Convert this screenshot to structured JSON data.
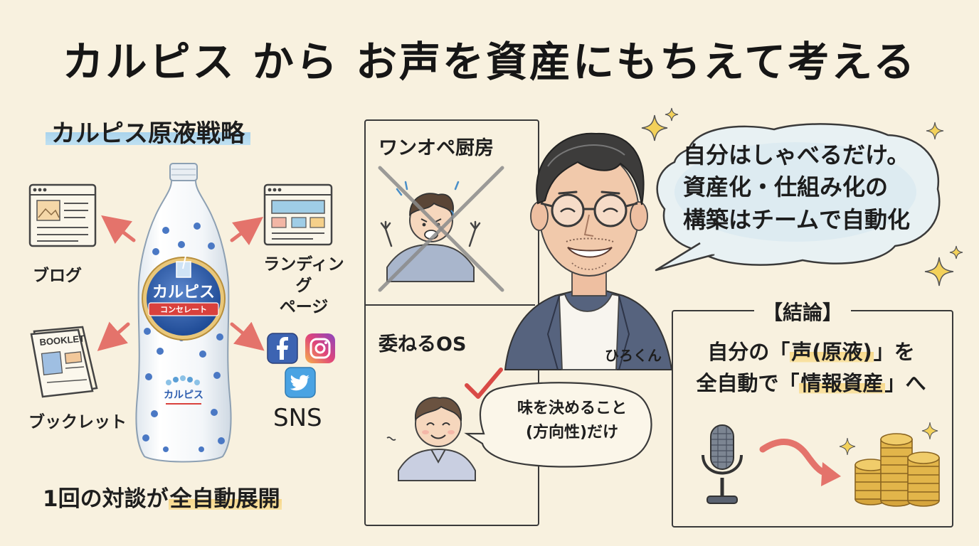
{
  "title": "カルピス から お声を資産にもちえて考える",
  "left": {
    "heading": "カルピス原液戦略",
    "labels": {
      "blog": "ブログ",
      "landing": "ランディング\nページ",
      "booklet": "ブックレット",
      "sns": "SNS"
    },
    "booklet_cover_text": "BOOKLET",
    "bottle": {
      "brand": "カルピス",
      "ribbon": "コンセレート",
      "small_brand": "カルピス"
    },
    "footer_prefix": "1回の対談が",
    "footer_highlight": "全自動展開"
  },
  "center": {
    "top_label": "ワンオペ厨房",
    "bottom_label": "委ねるOS",
    "small_bubble": "味を決めること\n(方向性)だけ",
    "person_name": "ひろくん"
  },
  "right": {
    "speech": "自分はしゃべるだけ。\n資産化・仕組み化の\n構築はチームで自動化",
    "conclusion_title": "【結論】",
    "conclusion_line1_a": "自分の「",
    "conclusion_line1_hl": "声(原液)",
    "conclusion_line1_b": "」を",
    "conclusion_line2_a": "全自動で「",
    "conclusion_line2_hl": "情報資産",
    "conclusion_line2_b": "」へ"
  },
  "colors": {
    "background": "#f8f1df",
    "highlight_blue": "#bfe0f1",
    "highlight_yellow": "#f9e2a4",
    "arrow_red": "#e4736b",
    "bottle_blue": "#2f5fb0",
    "coin_gold": "#e2b54a"
  },
  "icons": [
    "facebook-icon",
    "instagram-icon",
    "twitter-icon",
    "microphone-icon",
    "coins-icon",
    "sparkle-icon",
    "checkmark-icon"
  ]
}
